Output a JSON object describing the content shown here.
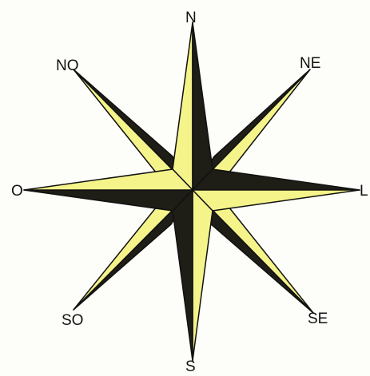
{
  "labels": {
    "n": "N",
    "ne": "NE",
    "l": "L",
    "se": "SE",
    "s": "S",
    "so": "SO",
    "o": "O",
    "no": "NO"
  },
  "colors": {
    "light": "#f4f48a",
    "dark": "#1e1d16",
    "outline": "#111111",
    "background": "#fdfdf9"
  }
}
